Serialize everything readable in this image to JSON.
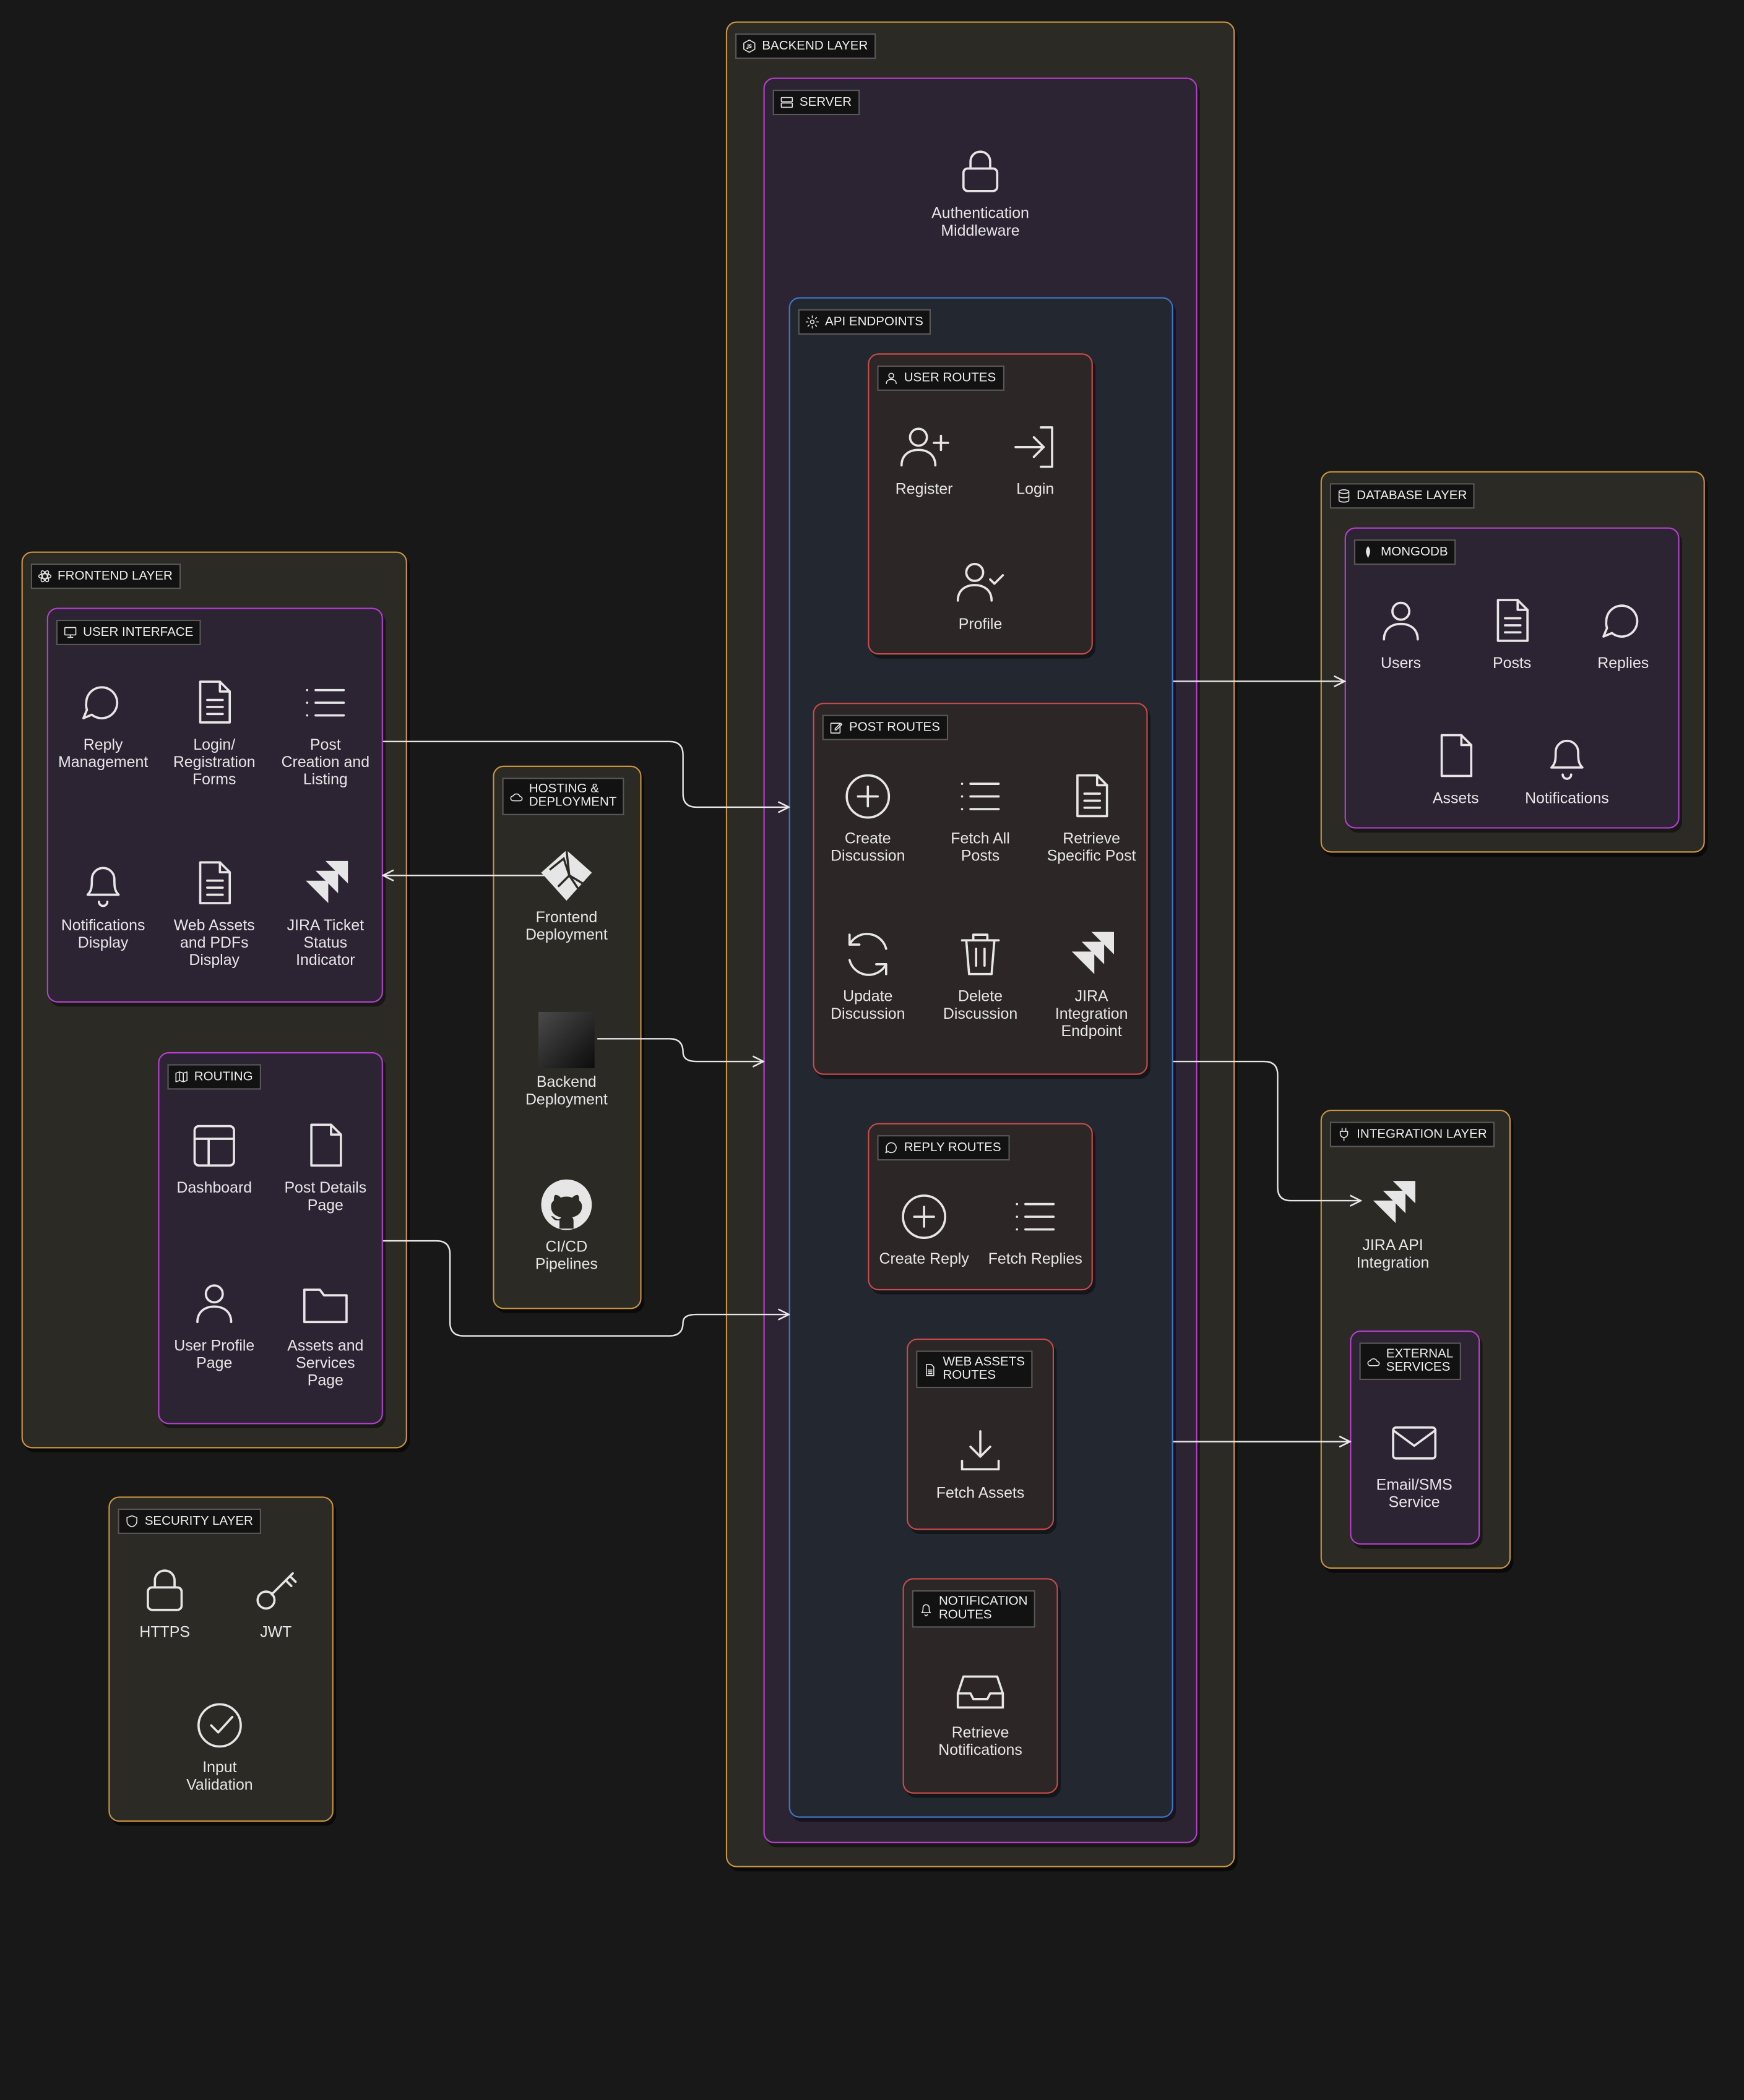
{
  "colors": {
    "background": "#181818",
    "layer_border": "#c99440",
    "layer_fill": "#2b2a24",
    "subgroup_border": "#b63fcf",
    "route_border": "#c94a4a",
    "api_border": "#3f74c9",
    "text": "#e6e6e6"
  },
  "frontend": {
    "title": "FRONTEND LAYER",
    "ui": {
      "title": "USER INTERFACE",
      "nodes": [
        {
          "label": "Reply\nManagement",
          "icon": "message-icon"
        },
        {
          "label": "Login/\nRegistration\nForms",
          "icon": "document-icon"
        },
        {
          "label": "Post\nCreation and\nListing",
          "icon": "list-icon"
        },
        {
          "label": "Notifications\nDisplay",
          "icon": "bell-icon"
        },
        {
          "label": "Web Assets\nand PDFs\nDisplay",
          "icon": "document-icon"
        },
        {
          "label": "JIRA Ticket\nStatus\nIndicator",
          "icon": "jira-icon"
        }
      ]
    },
    "routing": {
      "title": "ROUTING",
      "nodes": [
        {
          "label": "Dashboard",
          "icon": "layout-icon"
        },
        {
          "label": "Post Details\nPage",
          "icon": "file-icon"
        },
        {
          "label": "User Profile\nPage",
          "icon": "user-icon"
        },
        {
          "label": "Assets and\nServices\nPage",
          "icon": "folder-icon"
        }
      ]
    }
  },
  "hosting": {
    "title": "HOSTING &\nDEPLOYMENT",
    "nodes": [
      {
        "label": "Frontend\nDeployment",
        "icon": "netlify-icon"
      },
      {
        "label": "Backend\nDeployment",
        "icon": "dark-square-icon"
      },
      {
        "label": "CI/CD\nPipelines",
        "icon": "github-icon"
      }
    ]
  },
  "security": {
    "title": "SECURITY LAYER",
    "nodes": [
      {
        "label": "HTTPS",
        "icon": "lock-icon"
      },
      {
        "label": "JWT",
        "icon": "key-icon"
      },
      {
        "label": "Input\nValidation",
        "icon": "check-circle-icon"
      }
    ]
  },
  "backend": {
    "title": "BACKEND LAYER",
    "server": {
      "title": "SERVER",
      "auth": {
        "label": "Authentication\nMiddleware",
        "icon": "lock-icon"
      },
      "api": {
        "title": "API ENDPOINTS",
        "user_routes": {
          "title": "USER ROUTES",
          "nodes": [
            {
              "label": "Register",
              "icon": "user-plus-icon"
            },
            {
              "label": "Login",
              "icon": "login-icon"
            },
            {
              "label": "Profile",
              "icon": "user-check-icon"
            }
          ]
        },
        "post_routes": {
          "title": "POST ROUTES",
          "nodes": [
            {
              "label": "Create\nDiscussion",
              "icon": "plus-circle-icon"
            },
            {
              "label": "Fetch All\nPosts",
              "icon": "list-icon"
            },
            {
              "label": "Retrieve\nSpecific Post",
              "icon": "document-icon"
            },
            {
              "label": "Update\nDiscussion",
              "icon": "refresh-icon"
            },
            {
              "label": "Delete\nDiscussion",
              "icon": "trash-icon"
            },
            {
              "label": "JIRA\nIntegration\nEndpoint",
              "icon": "jira-icon"
            }
          ]
        },
        "reply_routes": {
          "title": "REPLY ROUTES",
          "nodes": [
            {
              "label": "Create Reply",
              "icon": "plus-circle-icon"
            },
            {
              "label": "Fetch Replies",
              "icon": "list-icon"
            }
          ]
        },
        "web_assets_routes": {
          "title": "WEB ASSETS\nROUTES",
          "nodes": [
            {
              "label": "Fetch Assets",
              "icon": "download-icon"
            }
          ]
        },
        "notification_routes": {
          "title": "NOTIFICATION\nROUTES",
          "nodes": [
            {
              "label": "Retrieve\nNotifications",
              "icon": "inbox-icon"
            }
          ]
        }
      }
    }
  },
  "database": {
    "title": "DATABASE LAYER",
    "mongodb": {
      "title": "MONGODB",
      "nodes": [
        {
          "label": "Users",
          "icon": "user-icon"
        },
        {
          "label": "Posts",
          "icon": "document-icon"
        },
        {
          "label": "Replies",
          "icon": "message-icon"
        },
        {
          "label": "Assets",
          "icon": "file-icon"
        },
        {
          "label": "Notifications",
          "icon": "bell-icon"
        }
      ]
    }
  },
  "integration": {
    "title": "INTEGRATION LAYER",
    "jira": {
      "label": "JIRA API\nIntegration",
      "icon": "jira-icon"
    },
    "external": {
      "title": "EXTERNAL\nSERVICES",
      "nodes": [
        {
          "label": "Email/SMS\nService",
          "icon": "mail-icon"
        }
      ]
    }
  }
}
